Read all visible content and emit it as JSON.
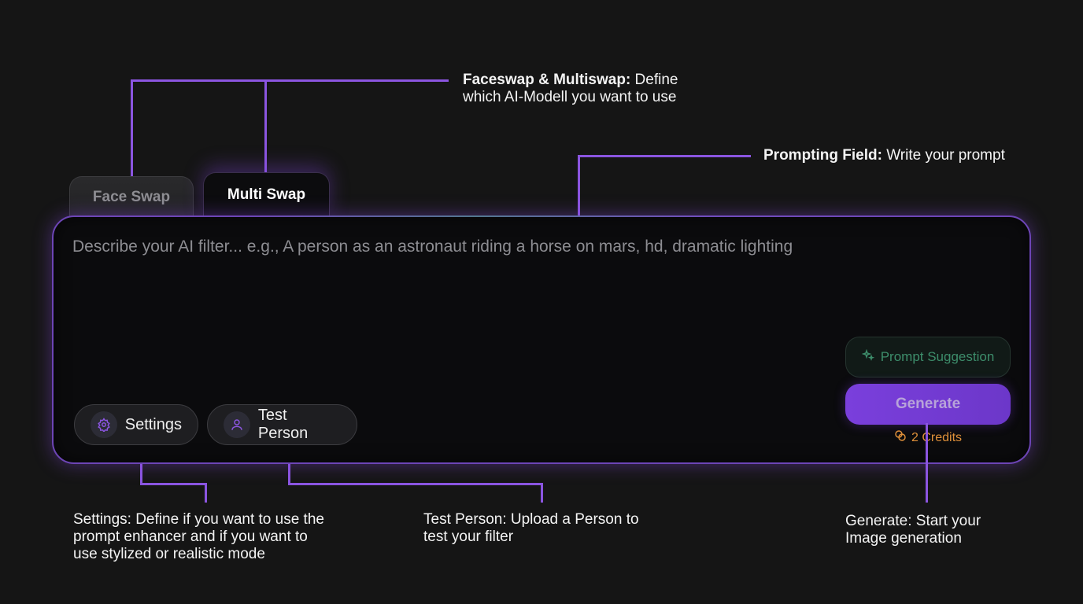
{
  "tabs": [
    {
      "label": "Face Swap",
      "active": false
    },
    {
      "label": "Multi Swap",
      "active": true
    }
  ],
  "prompt": {
    "placeholder": "Describe your AI filter... e.g., A person as an astronaut riding a horse on mars, hd, dramatic lighting",
    "value": ""
  },
  "buttons": {
    "settings": {
      "label": "Settings",
      "icon": "gear-icon"
    },
    "test_person": {
      "label": "Test Person",
      "icon": "person-icon"
    },
    "prompt_suggestion": {
      "label": "Prompt Suggestion",
      "icon": "sparkle-icon"
    },
    "generate": {
      "label": "Generate"
    }
  },
  "credits": {
    "label": "2 Credits",
    "icon": "coins-icon"
  },
  "annotations": {
    "tabs": {
      "title": "Faceswap & Multiswap:",
      "line1_rest": " Define",
      "line2": "which AI-Modell you want to use"
    },
    "prompt": {
      "title": "Prompting Field:",
      "rest": " Write your prompt"
    },
    "settings": {
      "line1": "Settings: Define if you want to use the",
      "line2": "prompt enhancer and if you want to",
      "line3": "use stylized or realistic mode"
    },
    "test_person": {
      "line1": "Test Person: Upload a Person to",
      "line2": "test your filter"
    },
    "generate": {
      "line1": "Generate: Start your",
      "line2": "Image generation"
    }
  },
  "colors": {
    "background": "#151515",
    "accent_purple": "#8b55e0",
    "generate_button": "#7a3fdc",
    "suggestion_green": "#3d8d6b",
    "credits_orange": "#e0903a"
  }
}
